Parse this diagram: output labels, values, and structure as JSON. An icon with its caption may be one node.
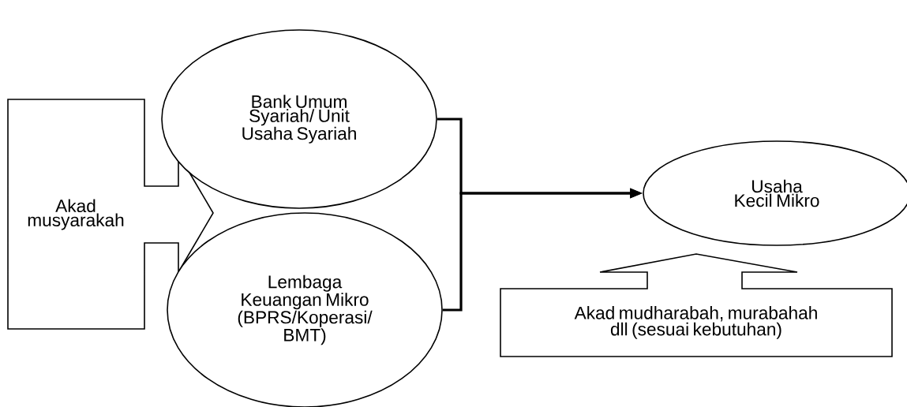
{
  "diagram": {
    "nodes": [
      {
        "text": [
          "Akad musyarakah"
        ]
      },
      {
        "text": [
          "Bank Umum Syariah/ Unit Usaha Syariah"
        ]
      },
      {
        "text": [
          "Lembaga Keuangan Mikro (BPRS/Koperasi/ BMT)"
        ]
      },
      {
        "text": [
          "Usaha Kecil Mikro"
        ]
      },
      {
        "text": [
          "Akad mudharabah, murabahah dll (sesuai kebutuhan)"
        ]
      }
    ],
    "edges": [
      {
        "from": 1,
        "to": 3,
        "arrow": "to"
      },
      {
        "from": 2,
        "to": 3,
        "arrow": "to"
      }
    ]
  }
}
